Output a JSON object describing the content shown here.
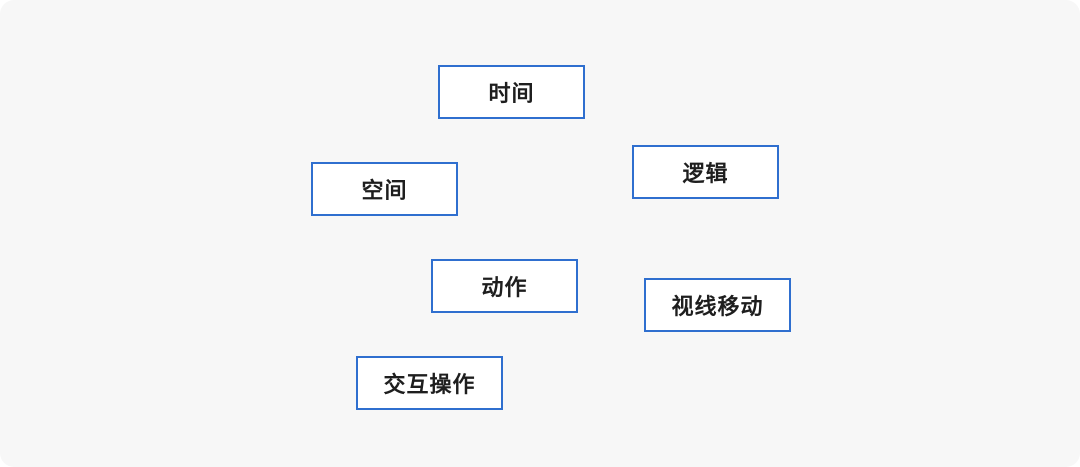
{
  "colors": {
    "background": "#f7f7f7",
    "node_border": "#2f6fcf",
    "node_fill": "#ffffff",
    "text": "#1e1e1e"
  },
  "nodes": {
    "time": {
      "label": "时间"
    },
    "logic": {
      "label": "逻辑"
    },
    "space": {
      "label": "空间"
    },
    "action": {
      "label": "动作"
    },
    "eye_movement": {
      "label": "视线移动"
    },
    "interaction": {
      "label": "交互操作"
    }
  }
}
